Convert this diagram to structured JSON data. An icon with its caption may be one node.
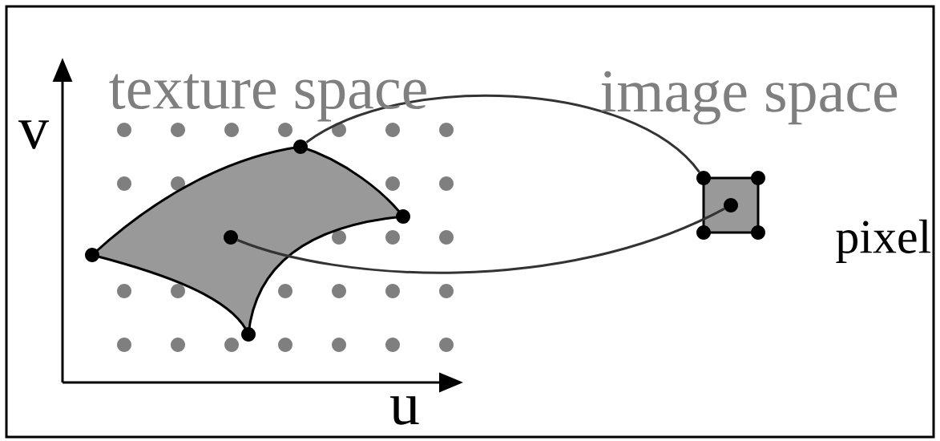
{
  "diagram": {
    "nodes": [
      {
        "text": [],
        "shape": "circle"
      },
      {
        "text": [],
        "shape": "circle"
      },
      {
        "text": [],
        "shape": "circle"
      },
      {
        "text": [],
        "shape": "circle"
      },
      {
        "text": [],
        "shape": "circle"
      },
      {
        "text": [],
        "shape": "box",
        "beside": [
          "pixel"
        ]
      },
      {
        "text": [],
        "shape": "circle"
      },
      {
        "text": [],
        "shape": "circle"
      },
      {
        "text": [],
        "shape": "circle",
        "in": 5
      },
      {
        "text": [],
        "shape": "circle"
      },
      {
        "text": [],
        "shape": "circle"
      }
    ],
    "edges": [
      {
        "from": 3,
        "to": 6,
        "arrow": "none"
      },
      {
        "from": 1,
        "to": 8,
        "arrow": "none"
      }
    ],
    "labels": [
      "texture space",
      "image space",
      "v",
      "u"
    ]
  }
}
